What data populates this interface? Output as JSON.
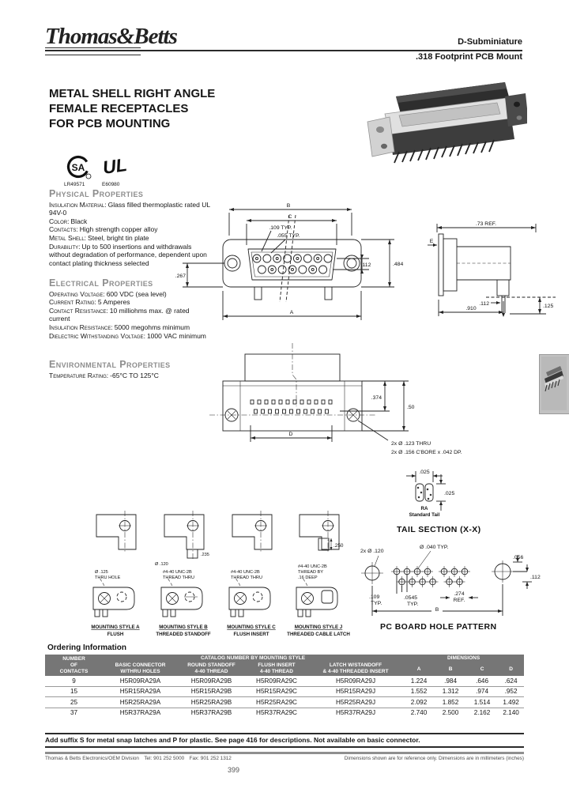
{
  "header": {
    "logo": "Thomas&Betts",
    "category": "D-Subminiature",
    "subcategory": ".318 Footprint PCB Mount"
  },
  "title": {
    "line1": "METAL SHELL RIGHT ANGLE",
    "line2": "FEMALE RECEPTACLES",
    "line3": "FOR PCB MOUNTING"
  },
  "certifications": {
    "csa_logo_text": "SA",
    "csa_file": "LR49571",
    "ul_logo_text": "UL",
    "ul_file": "E60980"
  },
  "sections": {
    "physical": {
      "heading": "Physical Properties",
      "items": [
        {
          "label": "Insulation Material:",
          "value": "Glass filled thermoplastic rated UL 94V-0"
        },
        {
          "label": "Color:",
          "value": "Black"
        },
        {
          "label": "Contacts:",
          "value": "High strength copper alloy"
        },
        {
          "label": "Metal Shell:",
          "value": "Steel, bright tin plate"
        },
        {
          "label": "Durability:",
          "value": "Up to 500 insertions and withdrawals without degradation of performance, dependent upon contact plating thickness selected"
        }
      ]
    },
    "electrical": {
      "heading": "Electrical Properties",
      "items": [
        {
          "label": "Operating Voltage:",
          "value": "600 VDC (sea level)"
        },
        {
          "label": "Current Rating:",
          "value": "5 Amperes"
        },
        {
          "label": "Contact Resistance:",
          "value": "10 milliohms max. @ rated current"
        },
        {
          "label": "Insulation Resistance:",
          "value": "5000 megohms minimum"
        },
        {
          "label": "Dielectric Withstanding Voltage:",
          "value": "1000 VAC minimum"
        }
      ]
    },
    "environmental": {
      "heading": "Environmental Properties",
      "items": [
        {
          "label": "Temperature Rating:",
          "value": "-65°C TO 125°C"
        }
      ]
    }
  },
  "drawings": {
    "front_view": {
      "dim_b": "B",
      "dim_c": "C",
      "dim_109": ".109 TYP.",
      "dim_055": ".055 TYP.",
      "dim_112": ".112",
      "dim_484": ".484",
      "dim_267": ".267",
      "dim_a": "A"
    },
    "side_view": {
      "dim_ref": ".73 REF.",
      "dim_e": "E",
      "dim_112": ".112",
      "dim_depth": ".910",
      "dim_125": ".125"
    },
    "top_view": {
      "dim_374": ".374",
      "dim_50": ".50",
      "dim_d": "D",
      "note_line1": "2x Ø .123 THRU",
      "note_line2": "2x Ø .156 C'BORE x .042 DP."
    },
    "tail_section": {
      "dim_width": ".025",
      "dim_height": ".025",
      "label_ra": "RA",
      "label_tail": "Standard Tail",
      "caption": "TAIL SECTION (X-X)"
    },
    "hole_pattern": {
      "dim_holes": "2x Ø .120",
      "dim_040": "Ø .040 TYP.",
      "dim_056": ".056",
      "dim_112": ".112",
      "dim_0545": ".0545",
      "typ_a": "TYP.",
      "dim_109": ".109",
      "typ_b": "TYP.",
      "dim_274": ".274",
      "ref": "REF.",
      "dim_b": "B",
      "caption": "PC BOARD HOLE PATTERN"
    },
    "mounting_styles": [
      {
        "caption": "MOUNTING STYLE A",
        "subcaption": "FLUSH",
        "ann1": "Ø .125",
        "ann2": "THRU HOLE",
        "ann3": "",
        "dim1": "",
        "dim2": ""
      },
      {
        "caption": "MOUNTING STYLE B",
        "subcaption": "THREADED STANDOFF",
        "ann1": "#4-40 UNC-2B",
        "ann2": "THREAD THRU",
        "ann3": "",
        "dim1": ".235",
        "dim2": "Ø .120"
      },
      {
        "caption": "MOUNTING STYLE C",
        "subcaption": "FLUSH INSERT",
        "ann1": "#4-40 UNC-2B",
        "ann2": "THREAD THRU",
        "ann3": "",
        "dim1": "",
        "dim2": ""
      },
      {
        "caption": "MOUNTING STYLE J",
        "subcaption": "THREADED CABLE LATCH",
        "ann1": "#4-40 UNC-2B",
        "ann2": "THREAD BY",
        "ann3": ".16 DEEP",
        "dim1": ".250",
        "dim2": ""
      }
    ]
  },
  "ordering": {
    "section_title": "Ordering Information",
    "group_catalog": "CATALOG NUMBER BY MOUNTING STYLE",
    "group_dimensions": "DIMENSIONS",
    "col": {
      "c1a": "NUMBER",
      "c1b": "OF",
      "c1c": "CONTACTS",
      "c2a": "BASIC CONNECTOR",
      "c2b": "W/THRU HOLES",
      "c3a": "ROUND STANDOFF",
      "c3b": "4-40 THREAD",
      "c4a": "FLUSH INSERT",
      "c4b": "4-40 THREAD",
      "c5a": "LATCH W/STANDOFF",
      "c5b": "& 4-40 THREADED INSERT",
      "a": "A",
      "b": "B",
      "c": "C",
      "d": "D"
    },
    "rows": [
      {
        "contacts": "9",
        "basic": "H5R09RA29A",
        "round": "H5R09RA29B",
        "flush": "H5R09RA29C",
        "latch": "H5R09RA29J",
        "a": "1.224",
        "b": ".984",
        "c": ".646",
        "d": ".624"
      },
      {
        "contacts": "15",
        "basic": "H5R15RA29A",
        "round": "H5R15RA29B",
        "flush": "H5R15RA29C",
        "latch": "H5R15RA29J",
        "a": "1.552",
        "b": "1.312",
        "c": ".974",
        "d": ".952"
      },
      {
        "contacts": "25",
        "basic": "H5R25RA29A",
        "round": "H5R25RA29B",
        "flush": "H5R25RA29C",
        "latch": "H5R25RA29J",
        "a": "2.092",
        "b": "1.852",
        "c": "1.514",
        "d": "1.492"
      },
      {
        "contacts": "37",
        "basic": "H5R37RA29A",
        "round": "H5R37RA29B",
        "flush": "H5R37RA29C",
        "latch": "H5R37RA29J",
        "a": "2.740",
        "b": "2.500",
        "c": "2.162",
        "d": "2.140"
      }
    ],
    "note": "Add suffix S for metal snap latches and P for plastic. See page 416 for descriptions. Not available on basic connector."
  },
  "footer": {
    "company_line": "Thomas & Betts Electronics/OEM Division Tel: 901 252 5000 Fax: 901 252 1312",
    "dimensions_note": "Dimensions shown are for reference only. Dimensions are in millimeters (inches)",
    "page_number": "399"
  }
}
